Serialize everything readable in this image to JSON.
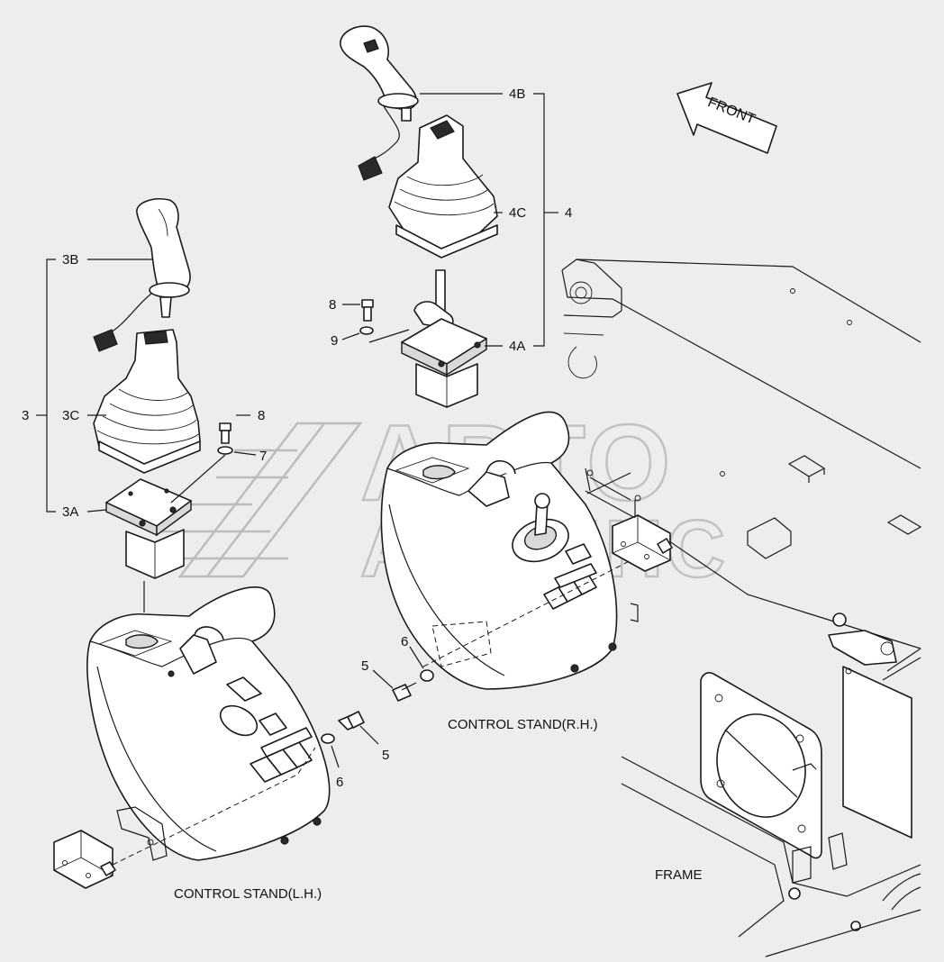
{
  "watermark": {
    "line1": "АВТО",
    "line2": "АЛЬЯНС"
  },
  "direction_arrow": {
    "label": "FRONT"
  },
  "callouts": {
    "c3": "3",
    "c3A": "3A",
    "c3B": "3B",
    "c3C": "3C",
    "c4": "4",
    "c4A": "4A",
    "c4B": "4B",
    "c4C": "4C",
    "c5_left": "5",
    "c5_right": "5",
    "c6_left": "6",
    "c6_right": "6",
    "c7": "7",
    "c8_left": "8",
    "c8_right": "8",
    "c9": "9"
  },
  "captions": {
    "control_stand_lh": "CONTROL STAND(L.H.)",
    "control_stand_rh": "CONTROL STAND(R.H.)",
    "frame": "FRAME"
  }
}
